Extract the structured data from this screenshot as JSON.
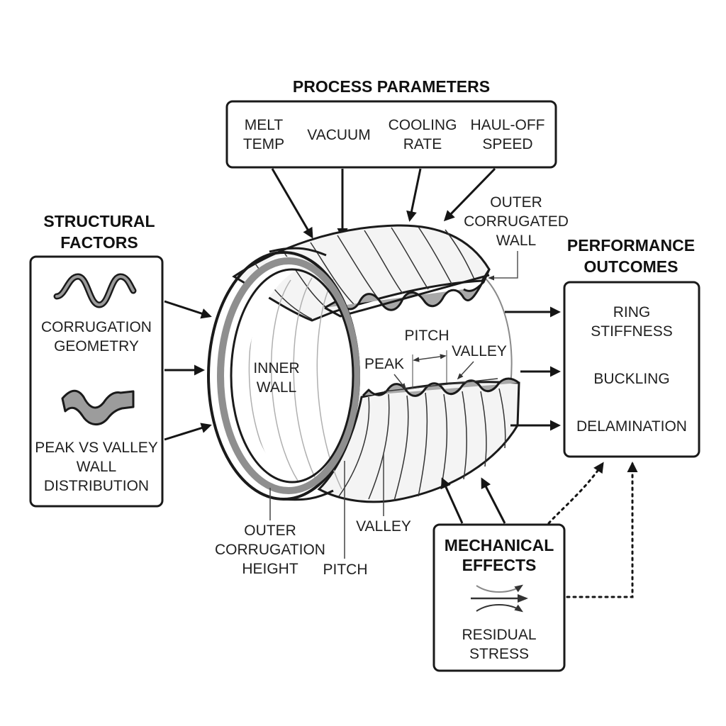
{
  "process_parameters": {
    "title": "PROCESS PARAMETERS",
    "items": [
      {
        "line1": "MELT",
        "line2": "TEMP"
      },
      {
        "line1": "VACUUM",
        "line2": ""
      },
      {
        "line1": "COOLING",
        "line2": "RATE"
      },
      {
        "line1": "HAUL-OFF",
        "line2": "SPEED"
      }
    ]
  },
  "structural_factors": {
    "title_line1": "STRUCTURAL",
    "title_line2": "FACTORS",
    "item1": {
      "line1": "CORRUGATION",
      "line2": "GEOMETRY",
      "icon": "sine-wave-icon"
    },
    "item2": {
      "line1": "PEAK VS VALLEY",
      "line2": "WALL",
      "line3": "DISTRIBUTION",
      "icon": "wall-profile-icon"
    }
  },
  "performance_outcomes": {
    "title_line1": "PERFORMANCE",
    "title_line2": "OUTCOMES",
    "item1_line1": "RING",
    "item1_line2": "STIFFNESS",
    "item2": "BUCKLING",
    "item3": "DELAMINATION"
  },
  "mechanical_effects": {
    "title_line1": "MECHANICAL",
    "title_line2": "EFFECTS",
    "item_line1": "RESIDUAL",
    "item_line2": "STRESS",
    "icon": "stress-lines-icon"
  },
  "pipe_labels": {
    "outer_wall_line1": "OUTER",
    "outer_wall_line2": "CORRUGATED",
    "outer_wall_line3": "WALL",
    "inner_wall_line1": "INNER",
    "inner_wall_line2": "WALL",
    "pitch_top": "PITCH",
    "peak": "PEAK",
    "valley_top": "VALLEY",
    "outer_height_line1": "OUTER",
    "outer_height_line2": "CORRUGATION",
    "outer_height_line3": "HEIGHT",
    "pitch_bottom": "PITCH",
    "valley_bottom": "VALLEY"
  }
}
